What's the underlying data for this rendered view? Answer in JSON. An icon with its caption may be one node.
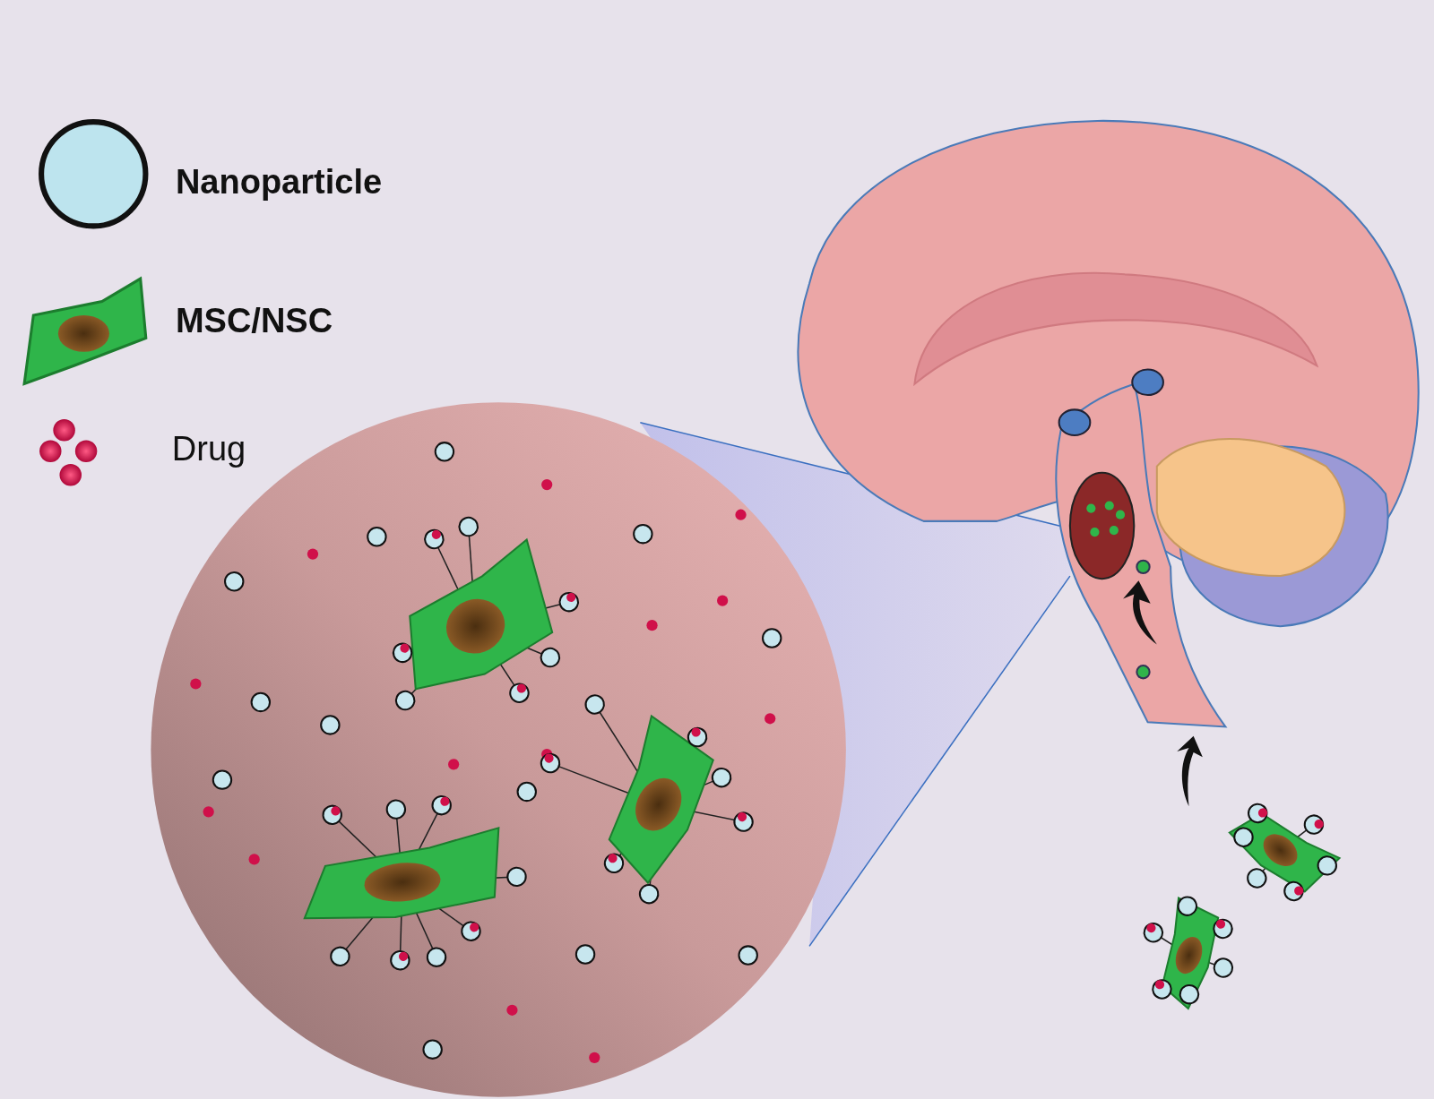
{
  "diagram": {
    "legend": [
      {
        "text": "Nanoparticle"
      },
      {
        "text": "MSC/NSC"
      },
      {
        "text": "Drug"
      }
    ]
  }
}
